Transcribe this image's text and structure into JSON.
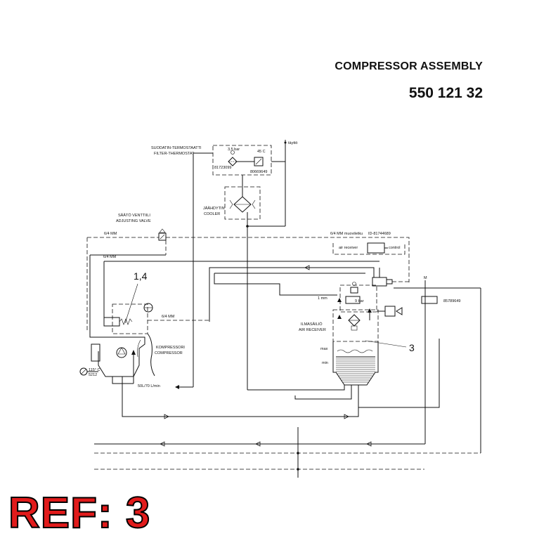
{
  "header": {
    "title": "COMPRESSOR ASSEMBLY",
    "part_number": "550 121 32"
  },
  "ref_label": "REF: 3",
  "diagram": {
    "filter_thermostat_fi": "SUODATIN-TERMOSTAATTI",
    "filter_thermostat_en": "FILTER-THERMOSTAT",
    "pressure_35": "3,5 bar",
    "temp_45": "45 C",
    "part_81723099": "81723099",
    "part_80669649": "80669649",
    "fill_label": "täyttö",
    "cooler_fi": "JÄÄHDYTIN",
    "cooler_en": "COOLER",
    "adjusting_valve_fi": "SÄÄTÖ VENTTIILI",
    "adjusting_valve_en": "ADJUSTING VALVE",
    "pipe_6mm_a": "6/4 MM",
    "pipe_6mm_b": "6/4 MM",
    "pipe_6mm_c": "6/4 MM",
    "pipe_6mm_muovi": "6/4 MM muoviletku",
    "part_81744689": "ID-81744689",
    "air_receiver_small": "air receiver",
    "control_label": "control",
    "callout_14": "1,4",
    "callout_3": "3",
    "one_mm": "1 mm",
    "nine_bar": "9 bar",
    "air_receiver_fi": "ILMASÄILIÖ",
    "air_receiver_en": "AIR RECEIVER",
    "max_label": "max",
    "min_label": "min",
    "compressor_fi": "KOMPRESSORI",
    "compressor_en": "COMPRESSOR",
    "temp_115": "115° C",
    "part_5212": "5212",
    "flow_label": "50L/70 L/min",
    "m_label": "M",
    "part_85789649": "85789649"
  }
}
